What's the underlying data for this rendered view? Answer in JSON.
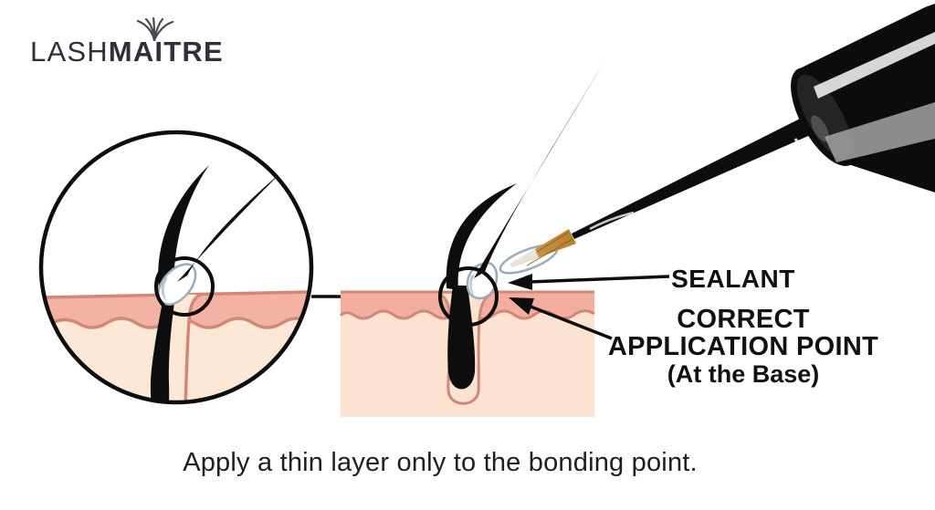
{
  "logo": {
    "brand_light": "LASH",
    "brand_bold": "MAITRE"
  },
  "callouts": {
    "sealant": "SEALANT",
    "correct_line1": "CORRECT",
    "correct_line2": "APPLICATION POINT",
    "correct_line3": "(At the Base)"
  },
  "caption": "Apply a thin layer only to the bonding point.",
  "colors": {
    "ink": "#0d0d0d",
    "logo_ink": "#4a4a52",
    "skin_band": "#f3ae9f",
    "skin_band_outline": "#d28878",
    "skin_lower": "#fbe2d1",
    "inset_skin_band": "#f4b2a4",
    "inset_skin_lower": "#fde8d7",
    "sealant_fill": "#ffffff",
    "sealant_shade": "#b9c6ce",
    "sealant_outline": "#9aacb8",
    "bristle": "#b5802e",
    "bristle_light": "#d79f4e",
    "bristle_dark": "#8f6220",
    "bristle_tip": "#e8e3d9",
    "barrel_black": "#0c0c0c",
    "barrel_streak_bright": "#ececec",
    "barrel_streak_gray": "#a3a3a3"
  }
}
